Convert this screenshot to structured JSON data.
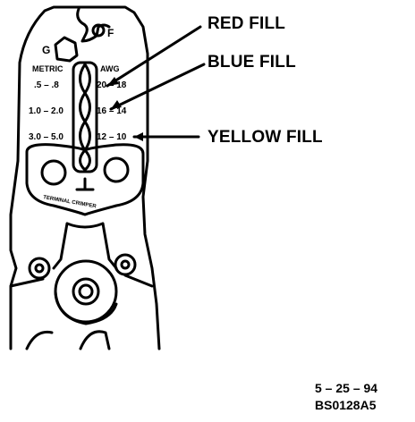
{
  "diagram": {
    "letter_f": "F",
    "letter_g": "G",
    "metric_header": "METRIC",
    "awg_header": "AWG",
    "rows": [
      {
        "metric": ".5 – .8",
        "awg": "20 – 18"
      },
      {
        "metric": "1.0 – 2.0",
        "awg": "16 – 14"
      },
      {
        "metric": "3.0 – 5.0",
        "awg": "12 – 10"
      }
    ],
    "plate_inscription": "TERMINAL CRIMPER"
  },
  "callouts": {
    "red_fill": "RED FILL",
    "blue_fill": "BLUE FILL",
    "yellow_fill": "YELLOW FILL"
  },
  "reference": {
    "date": "5 – 25 – 94",
    "code": "BS0128A5"
  }
}
